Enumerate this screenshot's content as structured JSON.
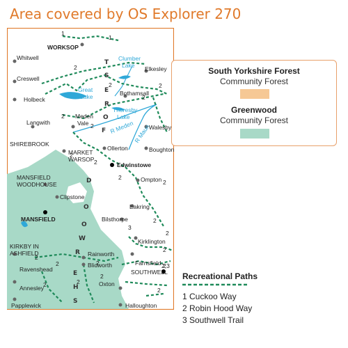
{
  "title": "Area covered by OS Explorer 270",
  "colors": {
    "title": "#e07a2b",
    "south_yorkshire_forest": "#f6c895",
    "greenwood": "#a8d9c7",
    "water": "#2fa8d8",
    "path": "#1f8a5a",
    "border": "#e07a2b"
  },
  "legend": {
    "syf_title": "South Yorkshire Forest",
    "syf_sub": "Community Forest",
    "gw_title": "Greenwood",
    "gw_sub": "Community Forest"
  },
  "paths_legend": {
    "heading": "Recreational Paths",
    "items": [
      "1  Cuckoo Way",
      "2  Robin Hood Way",
      "3  Southwell Trail"
    ]
  },
  "places": {
    "worksop": "WORKSOP",
    "whitwell": "Whitwell",
    "creswell": "Creswell",
    "holbeck": "Holbeck",
    "langwith": "Langwith",
    "shirebrook": "SHIREBROOK",
    "market": "MARKET",
    "warsop": "WARSOP",
    "mansfield_w1": "MANSFIELD",
    "mansfield_w2": "WOODHOUSE",
    "clipstone": "Clipstone",
    "mansfield": "MANSFIELD",
    "kirkby1": "KIRKBY IN",
    "kirkby2": "ASHFIELD",
    "ravenshead": "Ravenshead",
    "annesley": "Annesley",
    "papplewick": "Papplewick",
    "rainworth": "Rainworth",
    "blidworth": "Blidworth",
    "oxton": "Oxton",
    "halloughton": "Halloughton",
    "southwell": "SOUTHWELL",
    "farnsfield": "Farnsfield",
    "kirklington": "Kirklington",
    "bilsthorpe": "Bilsthorpe",
    "eakring": "Eakring",
    "ompton": "Ompton",
    "edwinstowe": "Edwinstowe",
    "ollerton": "Ollerton",
    "boughton": "Boughton",
    "walesby": "Walesby",
    "bothamsall": "Bothamsall",
    "elkesley": "Elkesley",
    "meden1": "Meden",
    "meden2": "Vale"
  },
  "water_labels": {
    "clumber1": "Clumber",
    "clumber2": "Lake",
    "great1": "Great",
    "great2": "Lake",
    "thoresby1": "Thoresby",
    "thoresby2": "Lake",
    "r_meden": "R Meden",
    "r_maun": "R Maun"
  },
  "forest_letters": [
    "S",
    "H",
    "E",
    "R",
    "W",
    "O",
    "O",
    "D",
    "F",
    "O",
    "R",
    "E",
    "S",
    "T"
  ],
  "route_numbers": [
    "1",
    "1",
    "2",
    "2",
    "2",
    "2",
    "2",
    "2",
    "2",
    "2",
    "2",
    "2",
    "2",
    "2",
    "2",
    "2",
    "2",
    "2",
    "2",
    "2",
    "2",
    "2",
    "2",
    "3",
    "2,3"
  ]
}
